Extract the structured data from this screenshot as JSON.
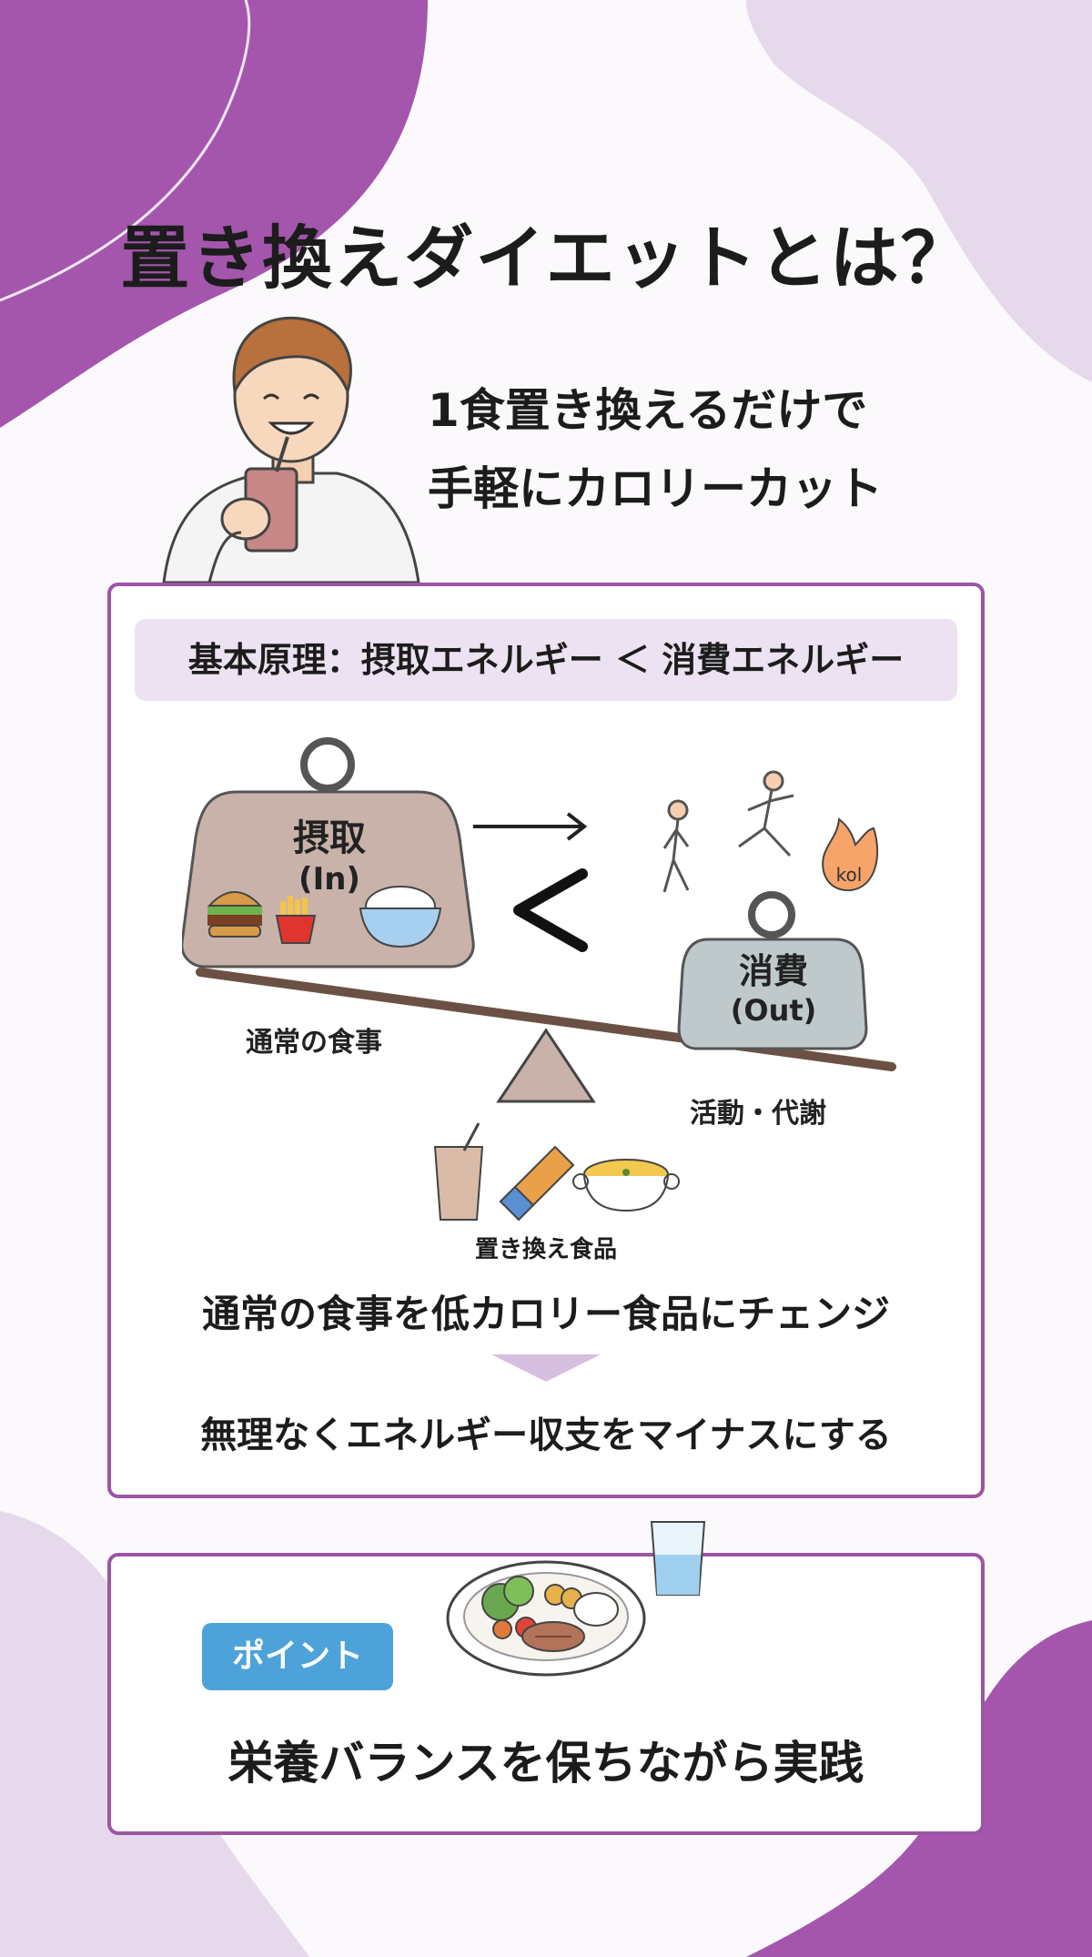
{
  "title": "置き換えダイエットとは？",
  "subtitle": {
    "line1": "1食置き換えるだけで",
    "line2": "手軽にカロリーカット"
  },
  "principle": {
    "label": "基本原理：摂取エネルギー ＜ 消費エネルギー"
  },
  "balance": {
    "intake": {
      "title": "摂取",
      "sub": "(In)",
      "caption": "通常の食事"
    },
    "output": {
      "title": "消費",
      "sub": "(Out)",
      "caption": "活動・代謝"
    },
    "flame_text": "kol",
    "replacement_caption": "置き換え食品"
  },
  "message": {
    "line1": "通常の食事を低カロリー食品にチェンジ",
    "line2": "無理なくエネルギー収支をマイナスにする"
  },
  "point": {
    "badge": "ポイント",
    "text": "栄養バランスを保ちながら実践"
  },
  "colors": {
    "accent": "#9c55a4",
    "background_blob": "#a456ad",
    "light_blob": "#e6d9ec",
    "badge": "#4da3d9"
  }
}
